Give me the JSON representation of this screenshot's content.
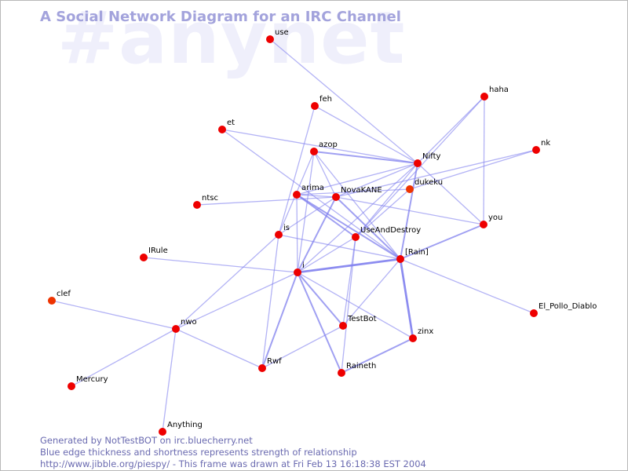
{
  "watermark": "#anynet",
  "title": "A Social Network Diagram for an IRC Channel",
  "footer": {
    "line1": "Generated by NotTestBOT on irc.bluecherry.net",
    "line2": "Blue edge thickness and shortness represents strength of relationship",
    "line3": "http://www.jibble.org/piespy/ - This frame was drawn at Fri Feb 13 16:18:38 EST 2004"
  },
  "colors": {
    "node": "#ee0000",
    "node_fading": "#ee3300",
    "edge": "#8080ee",
    "title": "#a3a3dc",
    "watermark": "#efeffb",
    "footer": "#6a6ab0"
  },
  "nodes": [
    {
      "id": "use",
      "label": "use"
    },
    {
      "id": "feh",
      "label": "feh"
    },
    {
      "id": "haha",
      "label": "haha"
    },
    {
      "id": "et",
      "label": "et"
    },
    {
      "id": "azop",
      "label": "azop"
    },
    {
      "id": "nk",
      "label": "nk"
    },
    {
      "id": "Nifty",
      "label": "Nifty"
    },
    {
      "id": "dukeku",
      "label": "dukeku",
      "fading": true
    },
    {
      "id": "arima",
      "label": "arima"
    },
    {
      "id": "NovaKANE",
      "label": "NovaKANE"
    },
    {
      "id": "ntsc",
      "label": "ntsc"
    },
    {
      "id": "you",
      "label": "you"
    },
    {
      "id": "is",
      "label": "is"
    },
    {
      "id": "UseAndDestroy",
      "label": "UseAndDestroy"
    },
    {
      "id": "IRule",
      "label": "IRule"
    },
    {
      "id": "IRain",
      "label": "[Rain]"
    },
    {
      "id": "i",
      "label": "i"
    },
    {
      "id": "clef",
      "label": "clef",
      "fading": true
    },
    {
      "id": "El_Pollo_Diablo",
      "label": "El_Pollo_Diablo"
    },
    {
      "id": "nwo",
      "label": "nwo"
    },
    {
      "id": "TestBot",
      "label": "TestBot"
    },
    {
      "id": "zinx",
      "label": "zinx"
    },
    {
      "id": "Rwf",
      "label": "Rwf"
    },
    {
      "id": "Raineth",
      "label": "Raineth"
    },
    {
      "id": "Mercury",
      "label": "Mercury"
    },
    {
      "id": "Anything",
      "label": "Anything"
    }
  ],
  "edges": [
    {
      "source": "use",
      "target": "Nifty",
      "weight": 1
    },
    {
      "source": "feh",
      "target": "Nifty",
      "weight": 1
    },
    {
      "source": "feh",
      "target": "is",
      "weight": 1
    },
    {
      "source": "haha",
      "target": "Nifty",
      "weight": 1
    },
    {
      "source": "haha",
      "target": "UseAndDestroy",
      "weight": 1
    },
    {
      "source": "haha",
      "target": "you",
      "weight": 1
    },
    {
      "source": "et",
      "target": "Nifty",
      "weight": 1
    },
    {
      "source": "et",
      "target": "IRain",
      "weight": 1
    },
    {
      "source": "azop",
      "target": "Nifty",
      "weight": 2
    },
    {
      "source": "azop",
      "target": "i",
      "weight": 1
    },
    {
      "source": "azop",
      "target": "is",
      "weight": 1
    },
    {
      "source": "azop",
      "target": "NovaKANE",
      "weight": 1
    },
    {
      "source": "azop",
      "target": "IRain",
      "weight": 1
    },
    {
      "source": "nk",
      "target": "dukeku",
      "weight": 1
    },
    {
      "source": "nk",
      "target": "NovaKANE",
      "weight": 1
    },
    {
      "source": "Nifty",
      "target": "arima",
      "weight": 1
    },
    {
      "source": "Nifty",
      "target": "NovaKANE",
      "weight": 1
    },
    {
      "source": "Nifty",
      "target": "UseAndDestroy",
      "weight": 1
    },
    {
      "source": "Nifty",
      "target": "i",
      "weight": 1
    },
    {
      "source": "Nifty",
      "target": "IRain",
      "weight": 2
    },
    {
      "source": "Nifty",
      "target": "you",
      "weight": 1
    },
    {
      "source": "dukeku",
      "target": "UseAndDestroy",
      "weight": 1
    },
    {
      "source": "dukeku",
      "target": "arima",
      "weight": 1
    },
    {
      "source": "arima",
      "target": "NovaKANE",
      "weight": 1
    },
    {
      "source": "arima",
      "target": "i",
      "weight": 1
    },
    {
      "source": "arima",
      "target": "IRain",
      "weight": 2
    },
    {
      "source": "arima",
      "target": "UseAndDestroy",
      "weight": 2
    },
    {
      "source": "NovaKANE",
      "target": "i",
      "weight": 2
    },
    {
      "source": "NovaKANE",
      "target": "IRain",
      "weight": 2
    },
    {
      "source": "NovaKANE",
      "target": "ntsc",
      "weight": 1
    },
    {
      "source": "NovaKANE",
      "target": "you",
      "weight": 1
    },
    {
      "source": "is",
      "target": "IRain",
      "weight": 1
    },
    {
      "source": "is",
      "target": "NovaKANE",
      "weight": 1
    },
    {
      "source": "is",
      "target": "Rwf",
      "weight": 1
    },
    {
      "source": "is",
      "target": "nwo",
      "weight": 1
    },
    {
      "source": "UseAndDestroy",
      "target": "i",
      "weight": 1
    },
    {
      "source": "UseAndDestroy",
      "target": "TestBot",
      "weight": 1
    },
    {
      "source": "UseAndDestroy",
      "target": "Raineth",
      "weight": 1
    },
    {
      "source": "IRain",
      "target": "i",
      "weight": 3
    },
    {
      "source": "IRain",
      "target": "you",
      "weight": 2
    },
    {
      "source": "IRain",
      "target": "zinx",
      "weight": 3
    },
    {
      "source": "IRain",
      "target": "El_Pollo_Diablo",
      "weight": 1
    },
    {
      "source": "IRain",
      "target": "TestBot",
      "weight": 1
    },
    {
      "source": "IRule",
      "target": "i",
      "weight": 1
    },
    {
      "source": "i",
      "target": "nwo",
      "weight": 1
    },
    {
      "source": "i",
      "target": "TestBot",
      "weight": 2
    },
    {
      "source": "i",
      "target": "Rwf",
      "weight": 2
    },
    {
      "source": "i",
      "target": "Raineth",
      "weight": 2
    },
    {
      "source": "i",
      "target": "zinx",
      "weight": 1
    },
    {
      "source": "nwo",
      "target": "clef",
      "weight": 1
    },
    {
      "source": "nwo",
      "target": "Mercury",
      "weight": 1
    },
    {
      "source": "nwo",
      "target": "Anything",
      "weight": 1
    },
    {
      "source": "nwo",
      "target": "Rwf",
      "weight": 1
    },
    {
      "source": "Rwf",
      "target": "TestBot",
      "weight": 1
    },
    {
      "source": "zinx",
      "target": "Raineth",
      "weight": 2
    }
  ]
}
